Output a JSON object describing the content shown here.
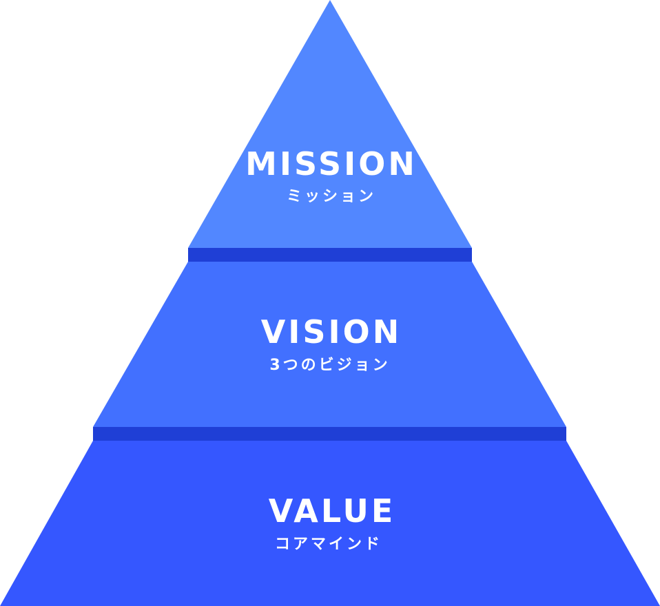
{
  "pyramid": {
    "tiers": [
      {
        "title": "MISSION",
        "subtitle": "ミッション",
        "color": "#5287FF"
      },
      {
        "title": "VISION",
        "subtitle": "3つのビジョン",
        "color": "#4270FF"
      },
      {
        "title": "VALUE",
        "subtitle": "コアマインド",
        "color": "#3557FF"
      }
    ],
    "band_color": "#1F3FD6"
  }
}
